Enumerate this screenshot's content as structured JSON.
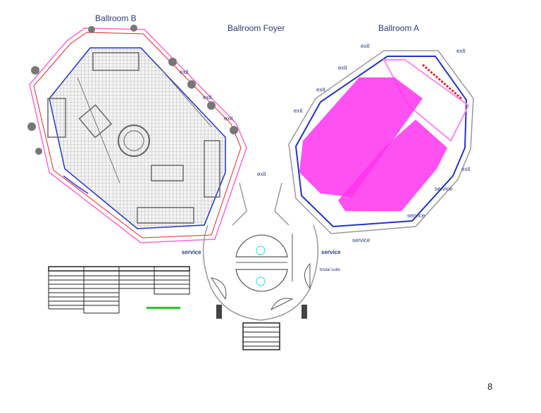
{
  "titles": {
    "ballroom_b": "Ballroom B",
    "foyer": "Ballroom Foyer",
    "ballroom_a": "Ballroom A"
  },
  "labels": {
    "exit": "exit",
    "service": "service",
    "bridal_suite": "bridal suite"
  },
  "page_number": "8",
  "colors": {
    "wall": "#888888",
    "blue": "#2233cc",
    "pink": "#ff44ee",
    "green": "#22cc22",
    "cyan": "#22dddd",
    "red": "#ee2222",
    "text": "#2b3a7a"
  }
}
